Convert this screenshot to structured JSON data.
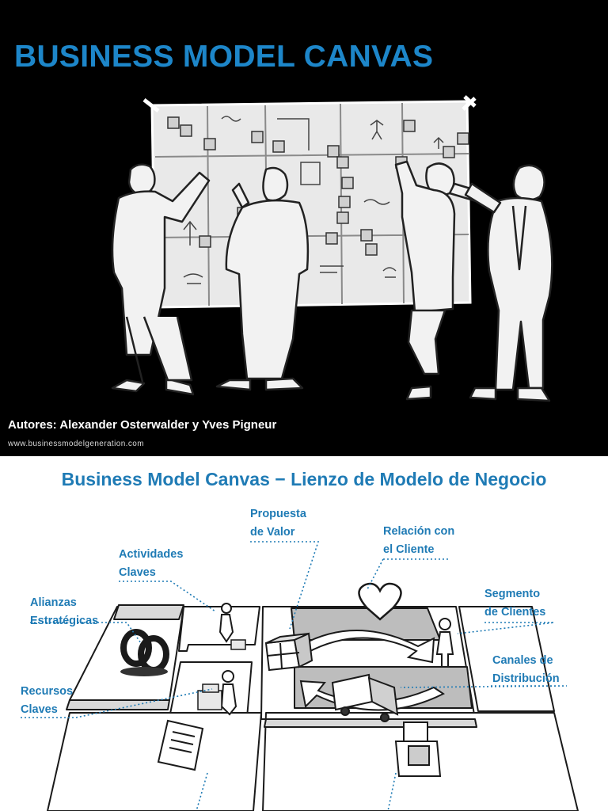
{
  "top_slide": {
    "title": "BUSINESS MODEL CANVAS",
    "authors": "Autores: Alexander Osterwalder y Yves Pigneur",
    "website": "www.businessmodelgeneration.com"
  },
  "bottom_slide": {
    "title": "Business Model Canvas − Lienzo de Modelo de Negocio",
    "labels": {
      "propuesta": [
        "Propuesta",
        "de Valor"
      ],
      "relacion": [
        "Relación con",
        "el Cliente"
      ],
      "actividades": [
        "Actividades",
        "Claves"
      ],
      "alianzas": [
        "Alianzas",
        "Estratégicas"
      ],
      "segmento": [
        "Segmento",
        "de Clientes"
      ],
      "canales": [
        "Canales de",
        "Distribución"
      ],
      "recursos": [
        "Recursos",
        "Claves"
      ]
    }
  },
  "colors": {
    "title_blue": "#1d86c9",
    "label_blue": "#1f7bb5",
    "top_background": "#000000"
  },
  "icons": [
    "people-at-whiteboard-illustration",
    "rings-icon",
    "gift-icon",
    "heart-icon",
    "truck-icon",
    "person-icon",
    "cash-register-icon",
    "document-icon"
  ]
}
